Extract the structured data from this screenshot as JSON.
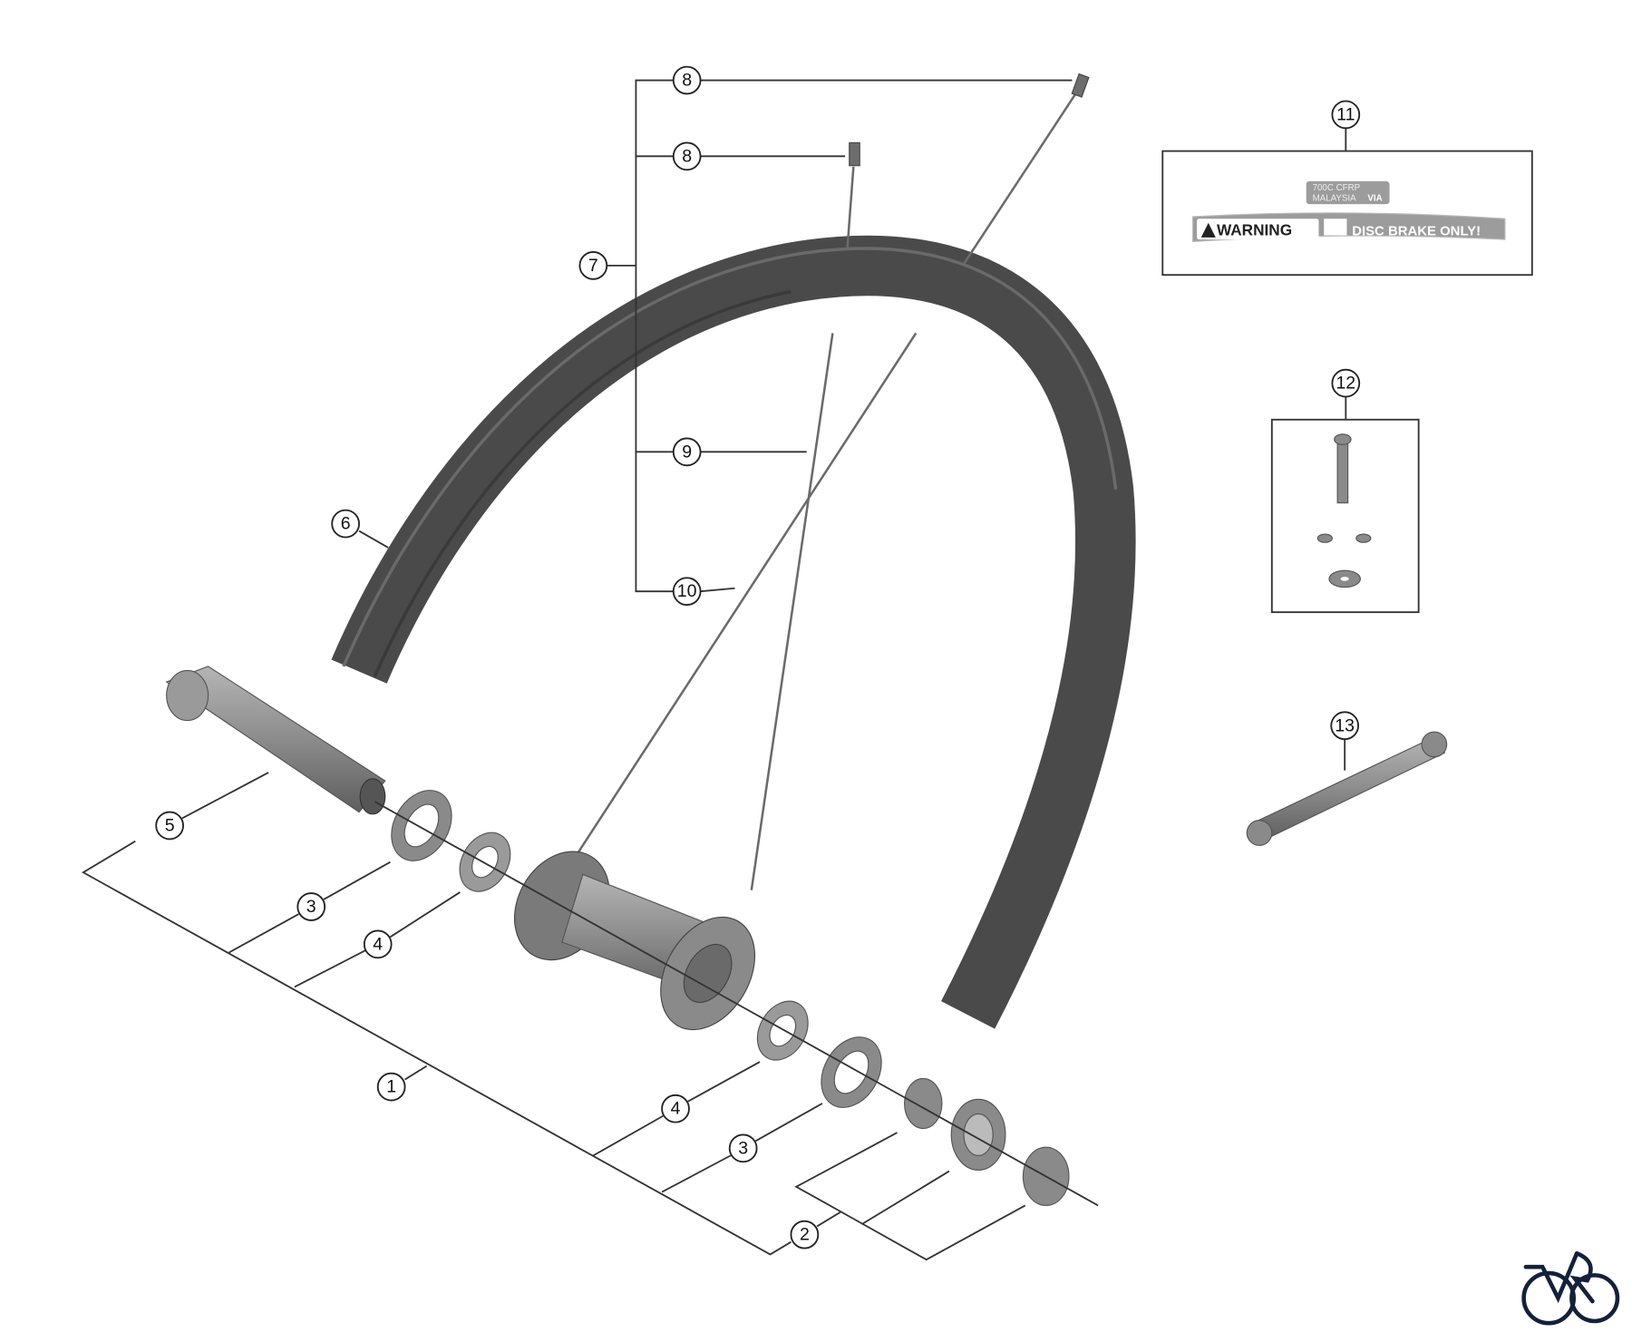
{
  "callouts": {
    "c8a": "8",
    "c8b": "8",
    "c7": "7",
    "c9": "9",
    "c10": "10",
    "c6": "6",
    "c11": "11",
    "c12": "12",
    "c13": "13",
    "c5": "5",
    "c3a": "3",
    "c4a": "4",
    "c1": "1",
    "c4b": "4",
    "c3b": "3",
    "c2": "2"
  },
  "decal": {
    "line1": "700C  CFRP",
    "line2": "MALAYSIA",
    "brand": "VIA",
    "warning": "WARNING",
    "disc": "DISC BRAKE ONLY!"
  },
  "colors": {
    "rim": "#4a4a4a",
    "logo": "#14213a"
  },
  "logo_icon": "bicycle-logo-icon"
}
